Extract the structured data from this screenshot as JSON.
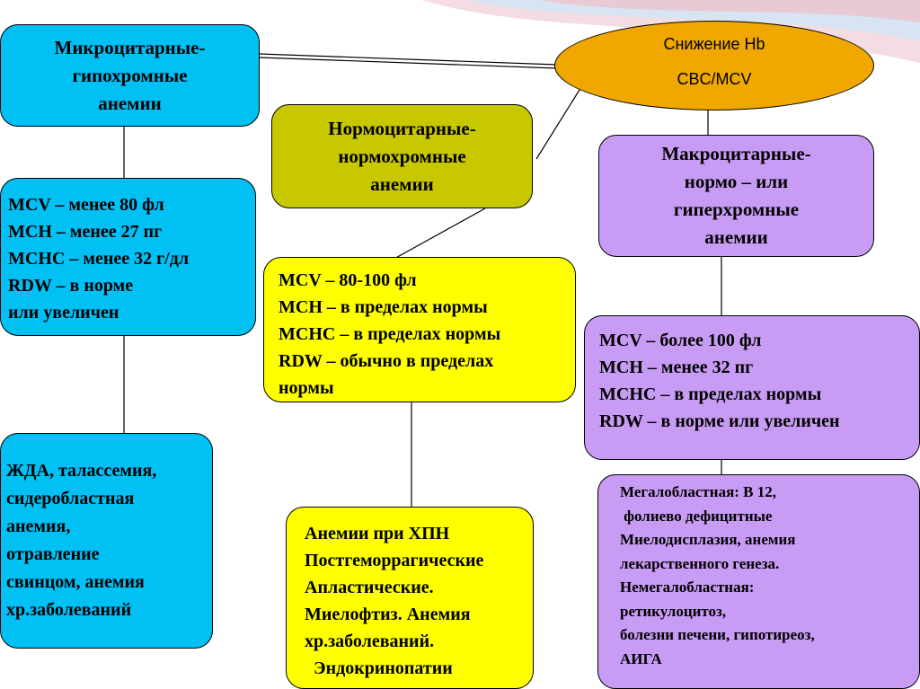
{
  "top_node": {
    "line1": "Снижение Hb",
    "line2": "CBC/MCV"
  },
  "micro": {
    "title": [
      "Микроцитарные-",
      "гипохромные",
      "анемии"
    ],
    "criteria": [
      "MCV – менее 80 фл",
      "MCH – менее 27 пг",
      "MCHC – менее 32 г/дл",
      "RDW – в норме",
      "или увеличен"
    ],
    "causes": [
      "ЖДА, талассемия,",
      "сидеробластная",
      "анемия,",
      "отравление",
      "свинцом, анемия",
      "хр.заболеваний"
    ]
  },
  "normo": {
    "title": [
      "Нормоцитарные-",
      "нормохромные",
      "анемии"
    ],
    "criteria": [
      "MCV – 80-100 фл",
      "MCH – в пределах нормы",
      "MCHC – в пределах нормы",
      "RDW –  обычно в пределах",
      " нормы"
    ],
    "causes": [
      "Анемии при ХПН",
      "Постгеморрагические",
      "Апластические.",
      "Миелофтиз. Анемия",
      "хр.заболеваний.",
      "  Эндокринопатии"
    ]
  },
  "macro": {
    "title": [
      "Макроцитарные-",
      "нормо – или",
      "гиперхромные",
      "анемии"
    ],
    "criteria": [
      "MCV – более 100 фл",
      "MCH – менее 32 пг",
      "MCHC – в пределах нормы",
      "RDW – в норме или увеличен"
    ],
    "causes": [
      "Мегалобластная: В 12,",
      " фолиево дефицитные",
      "Миелодисплазия, анемия",
      "лекарственного генеза.",
      "Немегалобластная:",
      "ретикулоцитоз,",
      "болезни печени, гипотиреоз,",
      "АИГА"
    ]
  }
}
